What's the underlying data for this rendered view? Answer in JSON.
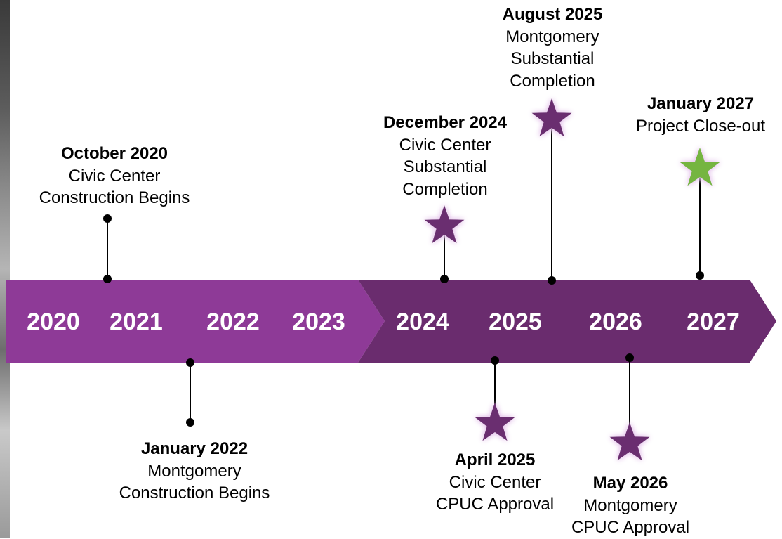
{
  "colors": {
    "arrow_light": "#8e3a97",
    "arrow_dark": "#6a2c6e",
    "star_purple": "#6b2d70",
    "star_glow": "#e6c6ec",
    "star_green": "#74b53f",
    "connector": "#000000"
  },
  "years": [
    "2020",
    "2021",
    "2022",
    "2023",
    "2024",
    "2025",
    "2026",
    "2027"
  ],
  "milestones": [
    {
      "id": "oct-2020",
      "date": "October 2020",
      "lines": [
        "Civic Center",
        "Construction Begins"
      ],
      "marker": "dot"
    },
    {
      "id": "jan-2022",
      "date": "January 2022",
      "lines": [
        "Montgomery",
        "Construction Begins"
      ],
      "marker": "dot"
    },
    {
      "id": "dec-2024",
      "date": "December 2024",
      "lines": [
        "Civic Center",
        "Substantial",
        "Completion"
      ],
      "marker": "star-purple"
    },
    {
      "id": "apr-2025",
      "date": "April 2025",
      "lines": [
        "Civic Center",
        "CPUC Approval"
      ],
      "marker": "star-purple"
    },
    {
      "id": "aug-2025",
      "date": "August 2025",
      "lines": [
        "Montgomery",
        "Substantial",
        "Completion"
      ],
      "marker": "star-purple"
    },
    {
      "id": "may-2026",
      "date": "May 2026",
      "lines": [
        "Montgomery",
        "CPUC Approval"
      ],
      "marker": "star-purple"
    },
    {
      "id": "jan-2027",
      "date": "January 2027",
      "lines": [
        "Project Close-out"
      ],
      "marker": "star-green"
    }
  ]
}
